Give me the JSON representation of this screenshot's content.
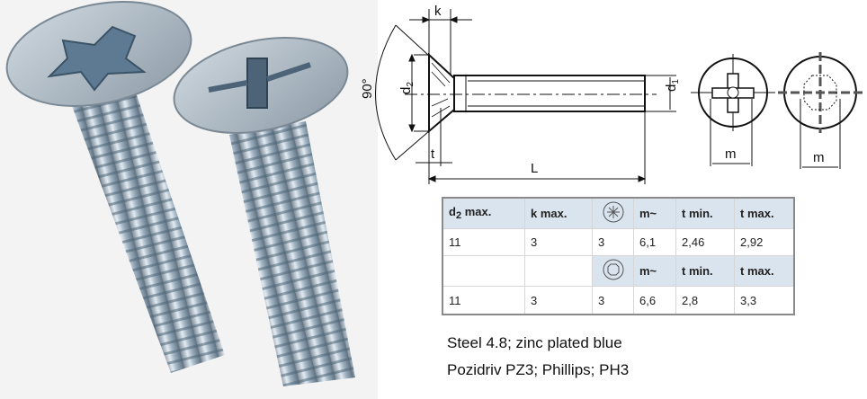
{
  "photo": {
    "description": "two zinc plated countersunk cross-recess screws"
  },
  "drawing": {
    "labels": {
      "k": "k",
      "angle": "90°",
      "d2": "d",
      "d2_sub": "2",
      "d1": "d",
      "d1_sub": "1",
      "t": "t",
      "L": "L",
      "m_left": "m",
      "m_right": "m"
    }
  },
  "table": {
    "header1": {
      "d2": "d",
      "d2_sub": "2",
      "d2_suffix": " max.",
      "k": "k max.",
      "icon": "pozidriv-recess-icon",
      "m": "m~",
      "tmin": "t min.",
      "tmax": "t max."
    },
    "row1": {
      "d2": "11",
      "k": "3",
      "size": "3",
      "m": "6,1",
      "tmin": "2,46",
      "tmax": "2,92"
    },
    "header2": {
      "icon": "phillips-recess-icon",
      "m": "m~",
      "tmin": "t min.",
      "tmax": "t max."
    },
    "row2": {
      "d2": "11",
      "k": "3",
      "size": "3",
      "m": "6,6",
      "tmin": "2,8",
      "tmax": "3,3"
    }
  },
  "caption": {
    "line1": "Steel 4.8; zinc plated blue",
    "line2": "Pozidriv PZ3; Phillips; PH3"
  },
  "colors": {
    "header_bg": "#d9e4ef",
    "table_border": "#8a8a8a",
    "zinc": "#b9c6d2"
  }
}
